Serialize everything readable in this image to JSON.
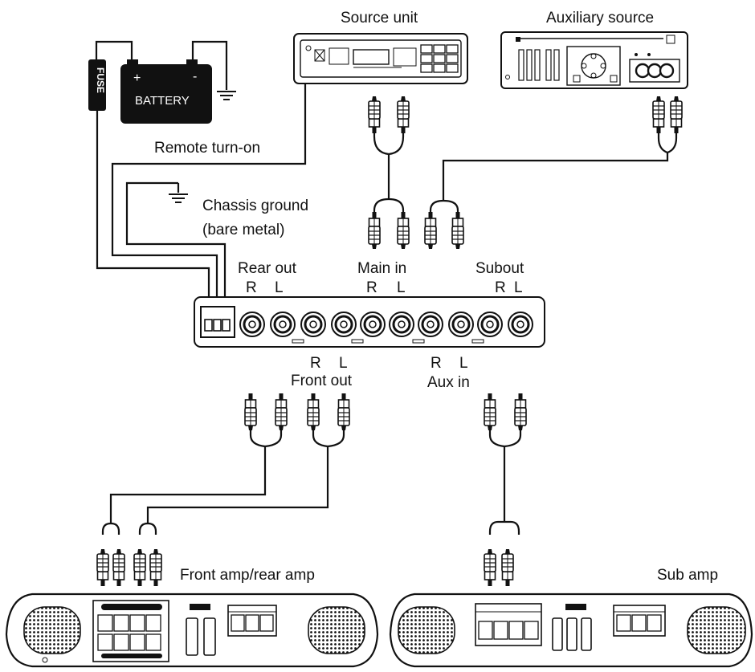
{
  "labels": {
    "source_unit": "Source unit",
    "auxiliary_source": "Auxiliary source",
    "battery": "BATTERY",
    "battery_plus": "+",
    "battery_minus": "-",
    "fuse": "FUSE",
    "remote_turn_on": "Remote turn-on",
    "chassis_ground_1": "Chassis ground",
    "chassis_ground_2": "(bare metal)",
    "rear_out": "Rear out",
    "main_in": "Main  in",
    "sub_out": "Subout",
    "front_out": "Front out",
    "aux_in": "Aux in",
    "right": "R",
    "left": "L",
    "front_rear_amp": "Front amp/rear amp",
    "sub_amp": "Sub amp"
  },
  "colors": {
    "line": "#111111",
    "background": "#ffffff",
    "battery_fill": "#111111",
    "battery_text": "#ffffff"
  },
  "icons": [
    "battery-icon",
    "fuse-icon",
    "ground-symbol-icon",
    "rca-plug-icon",
    "rca-jack-icon",
    "speaker-grille-icon"
  ]
}
